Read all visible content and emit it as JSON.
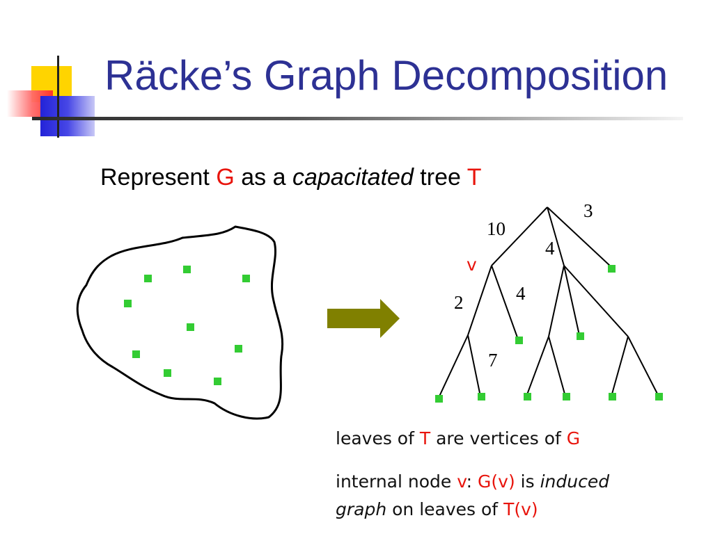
{
  "slide": {
    "title": "Räcke’s Graph Decomposition",
    "subtitle": {
      "prefix": "Represent ",
      "graph": "G",
      "mid": " as a ",
      "emph": "capacitated",
      "mid2": " tree ",
      "tree": "T"
    }
  },
  "tree": {
    "edge_labels": [
      "3",
      "10",
      "4",
      "4",
      "2",
      "7"
    ],
    "node_label": "v"
  },
  "captions": {
    "line1": {
      "a": "leaves of ",
      "b": "T",
      "c": " are vertices of ",
      "d": "G"
    },
    "line2": {
      "a": "internal node ",
      "b": "v",
      "c": ": ",
      "d": "G(v)",
      "e": " is ",
      "f": "induced"
    },
    "line3": {
      "a": "graph",
      "b": " on leaves of ",
      "c": "T(v)"
    }
  },
  "colors": {
    "title": "#2d3194",
    "highlight": "#e8140c",
    "vertex": "#33cc33",
    "arrow": "#808000"
  }
}
